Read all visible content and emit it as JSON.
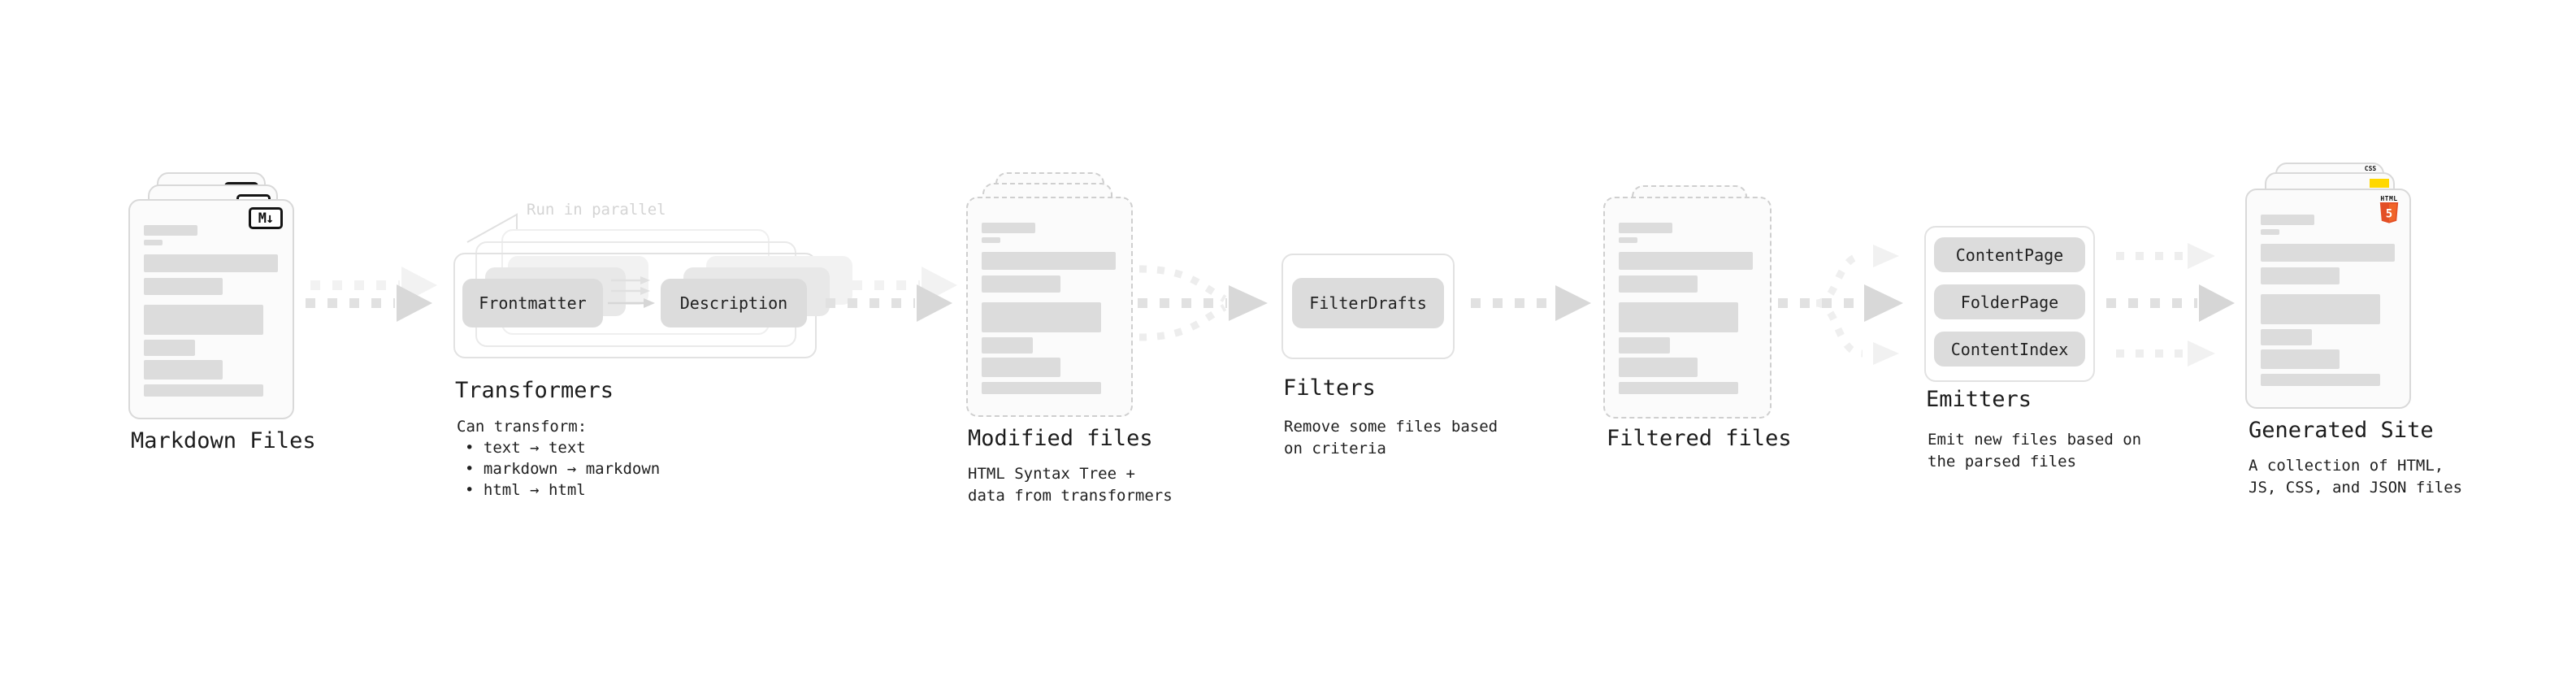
{
  "pipeline": {
    "markdown_files": {
      "title": "Markdown Files",
      "file_badge": "M↓"
    },
    "transformers": {
      "title": "Transformers",
      "parallel_label": "Run in parallel",
      "transformer_a": "Frontmatter",
      "transformer_b": "Description",
      "caption_title": "Can transform:",
      "bullets": [
        "• text → text",
        "• markdown → markdown",
        "• html → html"
      ]
    },
    "modified_files": {
      "title": "Modified files",
      "caption": "HTML Syntax Tree +\ndata from transformers"
    },
    "filters": {
      "title": "Filters",
      "filter_name": "FilterDrafts",
      "caption": "Remove some files based\non criteria"
    },
    "filtered_files": {
      "title": "Filtered files"
    },
    "emitters": {
      "title": "Emitters",
      "emitter_names": [
        "ContentPage",
        "FolderPage",
        "ContentIndex"
      ],
      "caption": "Emit new files based on\nthe parsed files"
    },
    "generated_site": {
      "title": "Generated Site",
      "caption": "A collection of HTML,\nJS, CSS, and JSON files",
      "html5_badge_word": "HTML",
      "html5_badge_number": "5",
      "css_badge": "CSS"
    }
  },
  "colors": {
    "text": "#1c1c1c",
    "muted_annotation": "#d4d4d4",
    "card_fill": "#fbfbfb",
    "card_border": "#d9d9d9",
    "chip_fill": "#dcdcdc",
    "arrow_dash": "#e0e0e0",
    "arrow_head": "#d7d7d7",
    "html5_orange": "#e34f26",
    "js_yellow": "#ffd800",
    "css_blue": "#2962ff"
  }
}
